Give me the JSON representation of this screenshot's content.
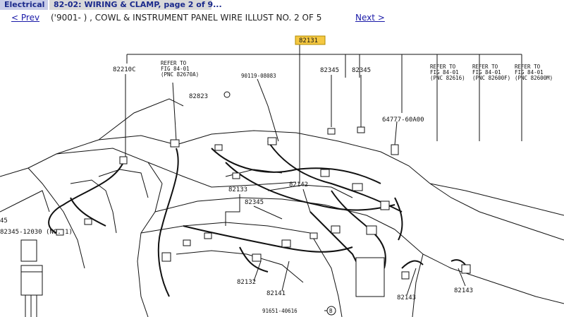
{
  "tabs": {
    "electrical": "Electrical",
    "active_code": "82-02:",
    "active_title": "WIRING & CLAMP,",
    "active_page": "page 2 of 9..."
  },
  "nav": {
    "prev": "< Prev",
    "header": "('9001-      ) , COWL & INSTRUMENT PANEL WIRE      ILLUST NO. 2 OF 5",
    "next": "Next >"
  },
  "diagram": {
    "labels": {
      "main_part": "82131",
      "p82210c": "82210C",
      "refer1": [
        "REFER TO",
        "FIG 84-01",
        "(PNC 82670A)"
      ],
      "p90119": "90119-08083",
      "p82823": "82823",
      "p82345a": "82345",
      "p82345b": "82345",
      "refer2": [
        "REFER TO",
        "FIG 84-01",
        "(PNC 82616)"
      ],
      "refer3": [
        "REFER TO",
        "FIG 84-01",
        "(PNC 82600F)"
      ],
      "refer4": [
        "REFER TO",
        "FIG 84-01",
        "(PNC 82600M)"
      ],
      "p64777": "64777-60A00",
      "p82133": "82133",
      "p82142": "82142",
      "p82345c": "82345",
      "p45": "45",
      "p82345_12030": "82345-12030 (NO. 1)",
      "p82132": "82132",
      "p82141": "82141",
      "p82143a": "82143",
      "p82143b": "82143",
      "p91651": "91651-40616",
      "circle_b": "B"
    },
    "highlight_color": "#f5c842"
  }
}
